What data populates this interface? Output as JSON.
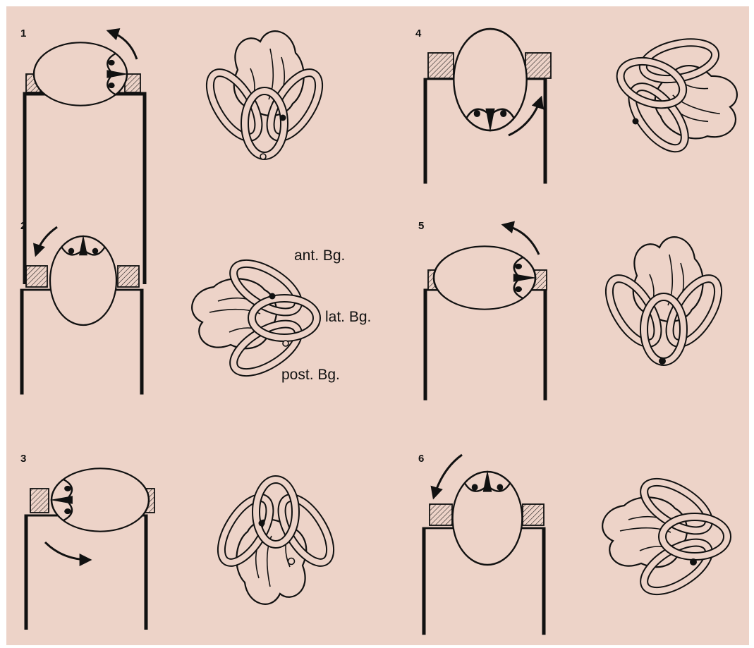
{
  "figure": {
    "background_color": "#edd3c8",
    "line_color": "#111111",
    "steps": [
      {
        "number": "1",
        "head_rotation_deg": -90
      },
      {
        "number": "2",
        "head_rotation_deg": 180
      },
      {
        "number": "3",
        "head_rotation_deg": 90
      },
      {
        "number": "4",
        "head_rotation_deg": 0
      },
      {
        "number": "5",
        "head_rotation_deg": -90
      },
      {
        "number": "6",
        "head_rotation_deg": 180
      }
    ],
    "canal_labels": {
      "anterior": "ant. Bg.",
      "lateral": "lat. Bg.",
      "posterior": "post. Bg."
    }
  }
}
